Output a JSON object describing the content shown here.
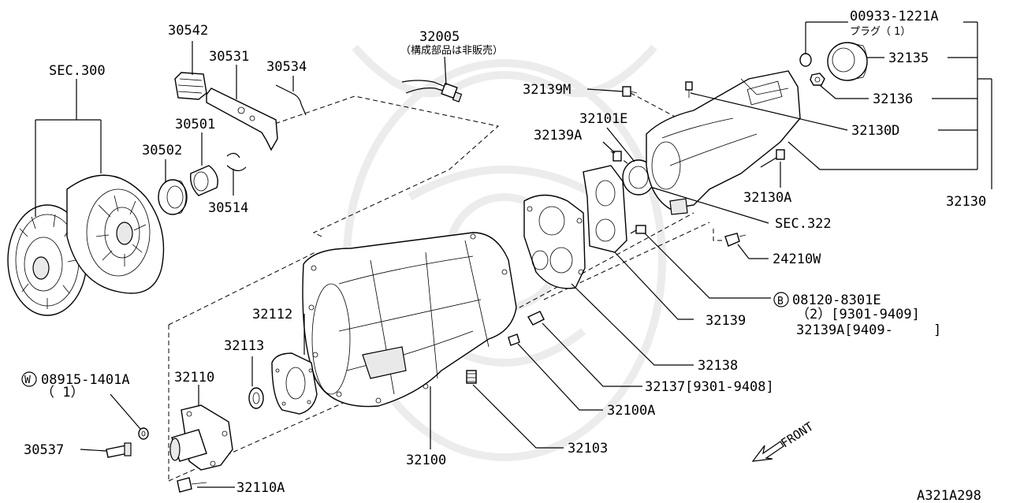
{
  "labels": {
    "sec300": "SEC.300",
    "p30542": "30542",
    "p30531": "30531",
    "p30534": "30534",
    "p30501": "30501",
    "p30502": "30502",
    "p30514": "30514",
    "p32005": "32005",
    "p32005_note": "（構成部品は非販売）",
    "p00933": "00933-1221A",
    "p00933_note": "プラグ（ 1）",
    "p32135": "32135",
    "p32136": "32136",
    "p32139m": "32139M",
    "p32101e": "32101E",
    "p32139a": "32139A",
    "p32130d": "32130D",
    "p32130a": "32130A",
    "p32130": "32130",
    "sec322": "SEC.322",
    "p24210w": "24210W",
    "bolt_b_letter": "B",
    "bolt_b": "08120-8301E",
    "bolt_b_qty": "（2）[9301-9409]",
    "bolt_b_alt": "32139A[9409-     ]",
    "p32139": "32139",
    "p32138": "32138",
    "p32137": "32137[9301-9408]",
    "p32100a": "32100A",
    "p32103": "32103",
    "p32100": "32100",
    "p32112": "32112",
    "p32113": "32113",
    "washer_w_letter": "W",
    "washer_w": "08915-1401A",
    "washer_w_qty": "（ 1）",
    "p32110": "32110",
    "p30537": "30537",
    "p32110a": "32110A",
    "front": "FRONT",
    "figure_id": "A321A298"
  }
}
